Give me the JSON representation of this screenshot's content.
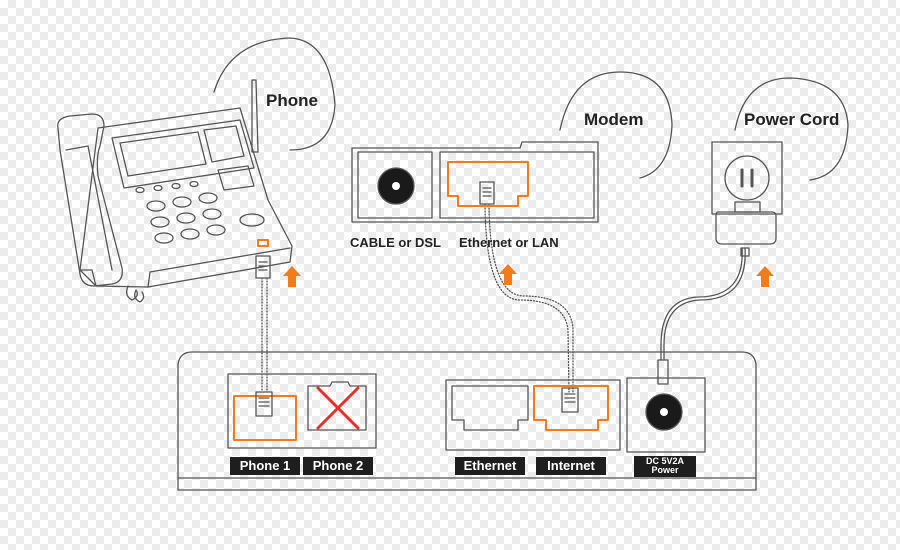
{
  "callouts": {
    "phone": "Phone",
    "modem": "Modem",
    "power_cord": "Power Cord"
  },
  "modem": {
    "port_cable": "CABLE or DSL",
    "port_ethernet": "Ethernet or LAN"
  },
  "router": {
    "ports": {
      "phone1": "Phone 1",
      "phone2": "Phone 2",
      "ethernet": "Ethernet",
      "internet": "Internet"
    },
    "power_line1": "DC 5V2A",
    "power_line2": "Power"
  },
  "colors": {
    "accent": "#f07c1a",
    "line": "#555555",
    "cross": "#e0312a",
    "label_bg": "#1e1e1e"
  }
}
